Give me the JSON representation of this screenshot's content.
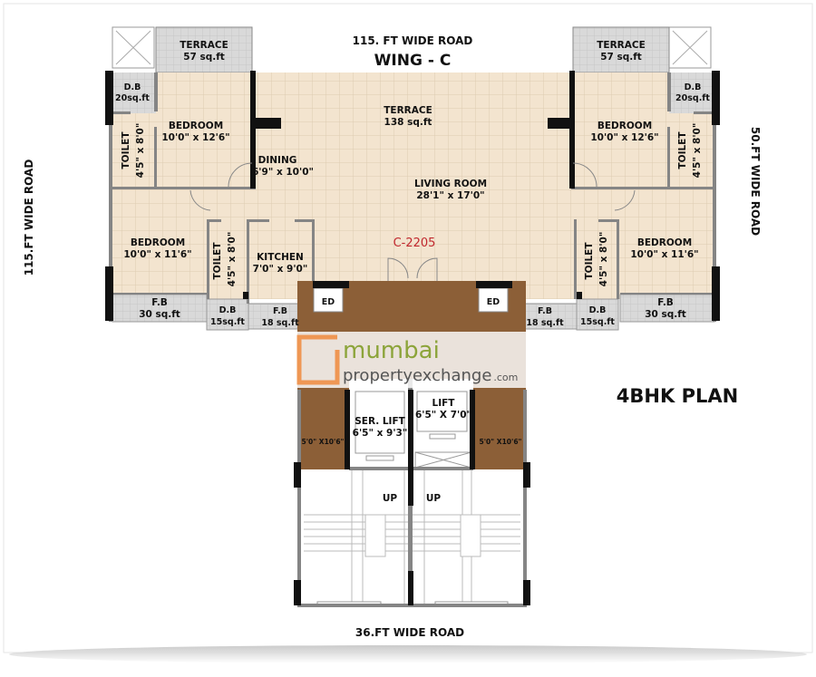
{
  "roads": {
    "top": "115. FT   WIDE ROAD",
    "left": "115.FT  WIDE ROAD",
    "right": "50.FT   WIDE   ROAD",
    "bottom": "36.FT WIDE ROAD"
  },
  "wing": "WING - C",
  "plan_title": "4BHK  PLAN",
  "unit_number": "C-2205",
  "colors": {
    "floor": "#f3e4cf",
    "terrace": "#d9d9d9",
    "core": "#8c5f37",
    "wall": "#808080",
    "pillar": "#111111",
    "unit_number": "#c0272d",
    "logo_green": "#8ca43a",
    "logo_orange": "#f08a3c"
  },
  "rooms": {
    "terrace_left": {
      "name": "TERRACE",
      "size": "57 sq.ft"
    },
    "terrace_right": {
      "name": "TERRACE",
      "size": "57 sq.ft"
    },
    "terrace_mid": {
      "name": "TERRACE",
      "size": "138 sq.ft"
    },
    "db_top_left": {
      "name": "D.B",
      "size": "20sq.ft"
    },
    "db_top_right": {
      "name": "D.B",
      "size": "20sq.ft"
    },
    "bedroom_tl": {
      "name": "BEDROOM",
      "size": "10'0\" x 12'6\""
    },
    "bedroom_tr": {
      "name": "BEDROOM",
      "size": "10'0\" x 12'6\""
    },
    "bedroom_bl": {
      "name": "BEDROOM",
      "size": "10'0\" x 11'6\""
    },
    "bedroom_br": {
      "name": "BEDROOM",
      "size": "10'0\" x 11'6\""
    },
    "toilet_tl": {
      "name": "TOILET",
      "size": "4'5\" x 8'0\""
    },
    "toilet_tr": {
      "name": "TOILET",
      "size": "4'5\" x 8'0\""
    },
    "toilet_bl": {
      "name": "TOILET",
      "size": "4'5\" x 8'0\""
    },
    "toilet_br": {
      "name": "TOILET",
      "size": "4'5\" x 8'0\""
    },
    "dining": {
      "name": "DINING",
      "size": "6'9\" x 10'0\""
    },
    "living": {
      "name": "LIVING ROOM",
      "size": "28'1\" x 17'0\""
    },
    "kitchen": {
      "name": "KITCHEN",
      "size": "7'0\" x 9'0\""
    },
    "fb_left": {
      "name": "F.B",
      "size": "30 sq.ft"
    },
    "fb_right": {
      "name": "F.B",
      "size": "30 sq.ft"
    },
    "db_bot_left": {
      "name": "D.B",
      "size": "15sq.ft"
    },
    "db_bot_right": {
      "name": "D.B",
      "size": "15sq.ft"
    },
    "fb_small_left": {
      "name": "F.B",
      "size": "18 sq.ft"
    },
    "fb_small_right": {
      "name": "F.B",
      "size": "18 sq.ft"
    },
    "ed_left": "ED",
    "ed_right": "ED",
    "ser_lift": {
      "name": "SER. LIFT",
      "size": "6'5\" x 9'3\""
    },
    "lift": {
      "name": "LIFT",
      "size": "6'5\" X 7'0\""
    },
    "lobby_left": "5'0\" X10'6\"",
    "lobby_right": "5'0\" X10'6\"",
    "up_left": "UP",
    "up_right": "UP"
  },
  "watermark": {
    "line1": "mumbai",
    "line2": "propertyexchange",
    "suffix": ".com"
  }
}
